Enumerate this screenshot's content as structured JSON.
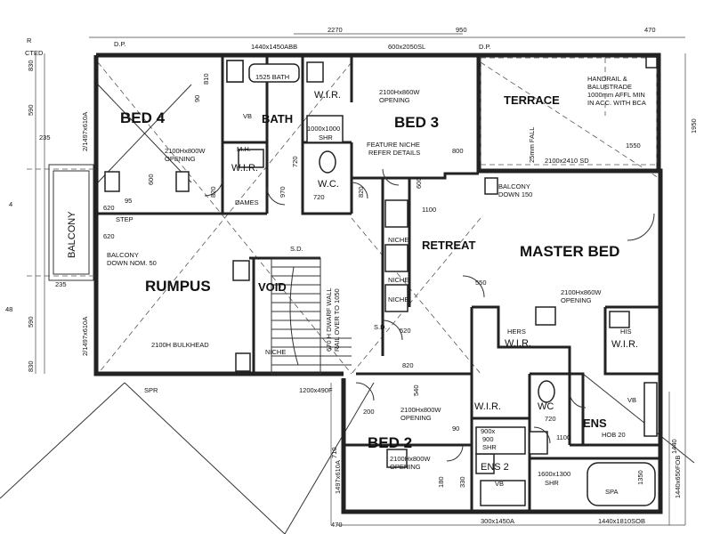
{
  "rooms": {
    "bed4": "BED 4",
    "bed3": "BED 3",
    "bed2": "BED 2",
    "bath": "BATH",
    "terrace": "TERRACE",
    "master_bed": "MASTER BED",
    "rumpus": "RUMPUS",
    "void": "VOID",
    "retreat": "RETREAT",
    "balcony": "BALCONY",
    "ens": "ENS",
    "ens2": "ENS 2",
    "wc": "WC",
    "wc_upper": "W.C.",
    "wir_bath": "W.I.R.",
    "wir_bed4": "W.I.R.",
    "wir_hers": "W.I.R.",
    "wir_his": "W.I.R.",
    "wir_bed2": "W.I.R.",
    "hers": "HERS",
    "his": "HIS",
    "mh": "M.H.",
    "vb_bath": "VB",
    "vb_ens2": "VB",
    "vb_ens": "VB",
    "dames": "DAMES",
    "spa": "SPA",
    "step": "STEP",
    "sd1": "S.D.",
    "sd2": "S.D.",
    "spr": "SPR"
  },
  "niches": [
    "NICHE",
    "NICHE",
    "NICHE",
    "NICHE"
  ],
  "notes": {
    "bath_window": "1440x1450ABB",
    "bath_tub": "1525 BATH",
    "opening_bed4_a": "2100Hx800W",
    "opening_bed4_b": "OPENING",
    "opening_bed3_a": "2100Hx860W",
    "opening_bed3_b": "OPENING",
    "shr_a": "1000x1000",
    "shr_b": "SHR",
    "feature_niche_a": "FEATURE NICHE",
    "feature_niche_b": "REFER DETAILS",
    "handrail_1": "HANDRAIL &",
    "handrail_2": "BALUSTRADE",
    "handrail_3": "1000mm AFFL MIN",
    "handrail_4": "IN ACC. WITH BCA",
    "fall": "25mm FALL",
    "terrace_door": "2100x2410 SD",
    "balcony_down_150_a": "BALCONY",
    "balcony_down_150_b": "DOWN 150",
    "balcony_down_50_a": "BALCONY",
    "balcony_down_50_b": "DOWN NOM. 50",
    "bulkhead": "2100H BULKHEAD",
    "dwarf_wall_a": "670 H DWARF WALL",
    "dwarf_wall_b": "RAIL OVER TO 1050",
    "master_opening_a": "2100Hx860W",
    "master_opening_b": "OPENING",
    "bed2_opening_top_a": "2100Hx800W",
    "bed2_opening_top_b": "OPENING",
    "bed2_opening_bot_a": "2100Hx800W",
    "bed2_opening_bot_b": "OPENING",
    "ens2_shr_a": "900x",
    "ens2_shr_b": "900",
    "ens2_shr_c": "SHR",
    "ens_shr_a": "1600x1300",
    "ens_shr_b": "SHR",
    "hob": "HOB 20",
    "ens_window_right": "1440x650FOB",
    "window_bottom_right": "1440x1810SOB",
    "window_bottom_mid": "300x1450A",
    "window_stair": "1200x490F",
    "window_bed3": "600x2050SL",
    "window_left_top": "2/1497x610A",
    "window_left_bot": "2/1497x610A",
    "window_bed2_left": "1497x610A",
    "dp1": "D.P.",
    "dp2": "D.P.",
    "corner_r": "R",
    "corner_cted": "CTED",
    "label_4": "4",
    "label_48": "48",
    "label_1950": "1950",
    "label_1350": "1350"
  },
  "dims": {
    "d2270": "2270",
    "d950": "950",
    "d470_top": "470",
    "d470_bot": "470",
    "d830_top": "830",
    "d590_top": "590",
    "d235_top": "235",
    "d235_bot": "235",
    "d590_bot": "590",
    "d830_bot": "830",
    "d810": "810",
    "d90_a": "90",
    "d90_b": "90",
    "d95": "95",
    "d600_a": "600",
    "d600_b": "600",
    "d620_a": "620",
    "d620_b": "620",
    "d820_a": "820",
    "d820_b": "820",
    "d820_c": "820",
    "d970": "970",
    "d720_a": "720",
    "d720_b": "720",
    "d720_c": "720",
    "d800": "800",
    "d1100_a": "1100",
    "d1100_b": "1100",
    "d1550": "1550",
    "d550": "550",
    "d520": "520",
    "d540": "540",
    "d200": "200",
    "d710": "710",
    "d180": "180",
    "d330": "330",
    "d1440": "1440"
  },
  "colors": {
    "line": "#222222",
    "background": "#ffffff"
  }
}
